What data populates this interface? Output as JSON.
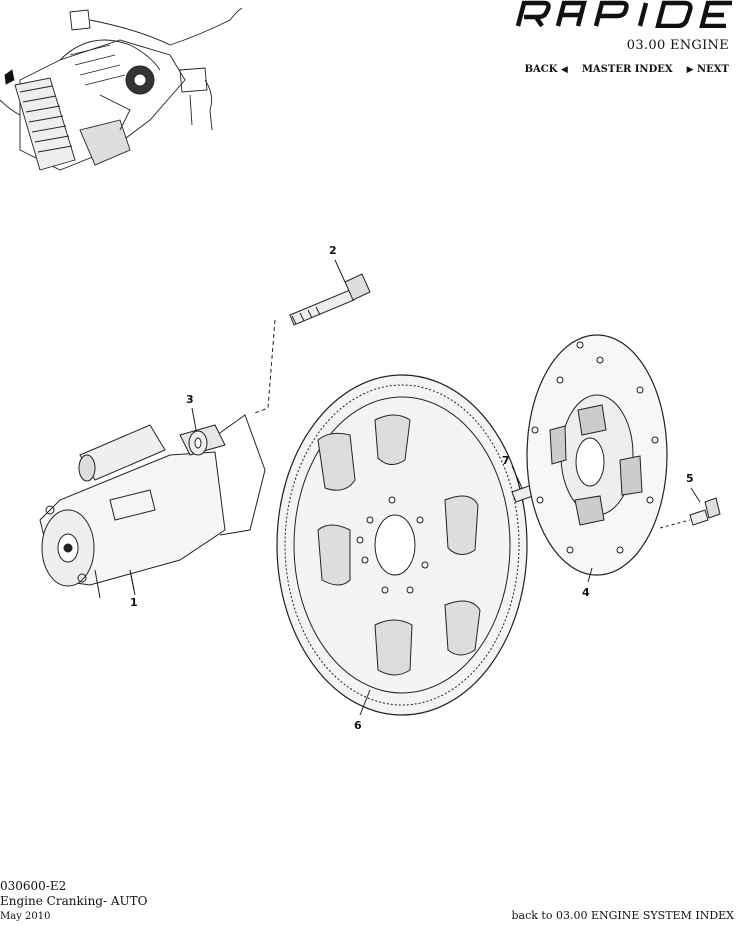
{
  "header": {
    "brand": "RAPIDE",
    "section_title": "03.00 ENGINE",
    "nav": {
      "back": "BACK",
      "master_index": "MASTER INDEX",
      "next": "NEXT"
    }
  },
  "callouts": [
    "1",
    "2",
    "3",
    "4",
    "5",
    "6",
    "7"
  ],
  "footer": {
    "code": "030600-E2",
    "title": "Engine Cranking- AUTO",
    "date": "May 2010",
    "back_link": "back to 03.00 ENGINE SYSTEM INDEX"
  }
}
